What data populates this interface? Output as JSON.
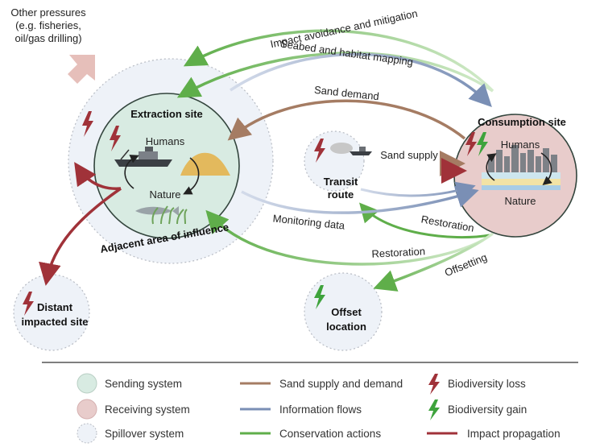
{
  "colors": {
    "sending": "#d8ebe2",
    "receiving": "#e8cccb",
    "spillover": "#eef2f8",
    "sand": "#a57c63",
    "info": "#7a8fb5",
    "conservation": "#5fae4a",
    "impact": "#a03239",
    "loss": "#a03239",
    "gain": "#3ea33c"
  },
  "pressures": {
    "line1": "Other pressures",
    "line2": "(e.g. fisheries,",
    "line3": "oil/gas drilling)"
  },
  "nodes": {
    "extraction": {
      "title": "Extraction site",
      "humans": "Humans",
      "nature": "Nature"
    },
    "consumption": {
      "title": "Consumption site",
      "humans": "Humans",
      "nature": "Nature"
    },
    "transit": {
      "line1": "Transit",
      "line2": "route"
    },
    "adjacent": "Adjacent area of influence",
    "distant": {
      "line1": "Distant",
      "line2": "impacted site"
    },
    "offset": {
      "line1": "Offset",
      "line2": "location"
    }
  },
  "flows": {
    "impact_avoidance": "Impact avoidance and mitigation",
    "seabed_mapping": "Seabed and habitat mapping",
    "sand_demand": "Sand demand",
    "sand_supply": "Sand supply",
    "monitoring": "Monitoring data",
    "restoration_transit": "Restoration",
    "restoration_extraction": "Restoration",
    "offsetting": "Offsetting"
  },
  "legend": {
    "sending": "Sending system",
    "receiving": "Receiving system",
    "spillover": "Spillover system",
    "sand": "Sand supply and demand",
    "info": "Information flows",
    "conservation": "Conservation actions",
    "loss": "Biodiversity loss",
    "gain": "Biodiversity gain",
    "impact": "Impact propagation"
  }
}
